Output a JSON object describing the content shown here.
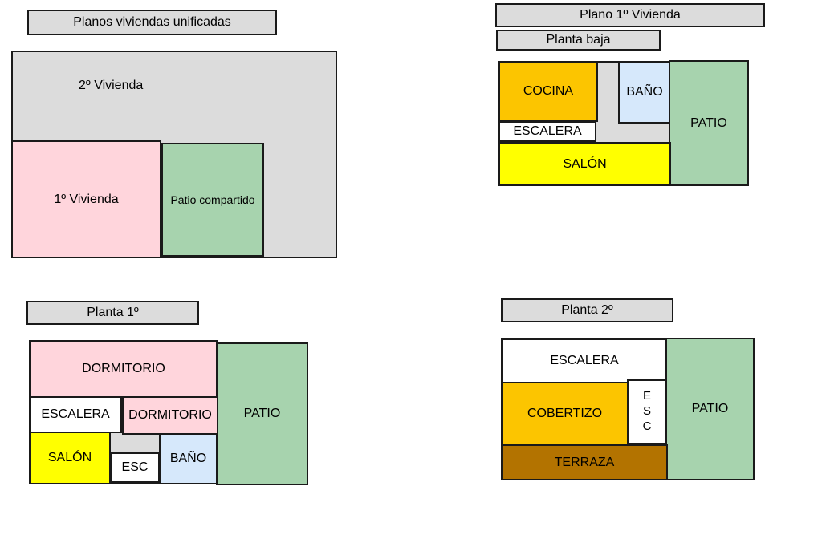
{
  "titles": {
    "unified": "Planos viviendas unificadas",
    "plan1": "Plano 1º Vivienda",
    "ground": "Planta baja",
    "floor1": "Planta 1º",
    "floor2": "Planta 2º"
  },
  "site": {
    "second_home": "2º Vivienda",
    "first_home": "1º Vivienda",
    "shared_patio": "Patio compartido"
  },
  "ground_floor": {
    "kitchen": "COCINA",
    "bath": "BAÑO",
    "patio": "PATIO",
    "stairs": "ESCALERA",
    "living": "SALÓN"
  },
  "first_floor": {
    "bedroom_a": "DORMITORIO",
    "stairs": "ESCALERA",
    "bedroom_b": "DORMITORIO",
    "patio": "PATIO",
    "living": "SALÓN",
    "esc": "ESC",
    "bath": "BAÑO"
  },
  "second_floor": {
    "stairs": "ESCALERA",
    "shed": "COBERTIZO",
    "esc_letters": [
      "E",
      "S",
      "C"
    ],
    "patio": "PATIO",
    "terrace": "TERRAZA"
  },
  "colors": {
    "gray": "#dcdcdc",
    "pink": "#ffd5dc",
    "green": "#a7d3ae",
    "orange": "#fcc500",
    "yellow": "#ffff00",
    "blue": "#d6e8fb",
    "brown": "#b37300"
  }
}
